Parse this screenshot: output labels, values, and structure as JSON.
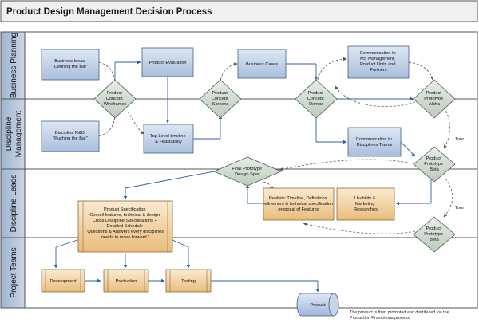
{
  "title": "Product Design Management Decision Process",
  "lanes": [
    {
      "id": "business",
      "label": "Business Planning"
    },
    {
      "id": "discipline",
      "label": "Discipline Management"
    },
    {
      "id": "leads",
      "label": "Discipline Leads"
    },
    {
      "id": "teams",
      "label": "Project Teams"
    }
  ],
  "nodes": {
    "business_ideas": [
      "Business Ideas",
      "\"Defining the Bar\""
    ],
    "discipline_rd": [
      "Discipline R&D",
      "\"Pushing the Bar\""
    ],
    "product_evaluation": [
      "Product Evaluation"
    ],
    "top_level_timeline": [
      "Top Level timeline",
      "& Feastability"
    ],
    "business_cases": [
      "Business Cases"
    ],
    "communication_ms": [
      "Communication to",
      "MS Management,",
      "Product Units and",
      "Partners"
    ],
    "communication_disciplines": [
      "Communication to",
      "Disciplines Teams"
    ],
    "realistic_timeline": [
      "Realistic Timeline, Definitions",
      "refinement & technical specification",
      "proposal of Features"
    ],
    "usability_marketing": [
      "Usability &",
      "Marketing",
      "Researches"
    ],
    "product_specification": [
      "Product Specification",
      "Overall features, technical & design",
      "Cross Discipline Specifications +",
      "Detailed Schedule",
      "\"Questions & Answers every disciplines",
      "needs to move forward.\""
    ],
    "development": [
      "Development"
    ],
    "production": [
      "Production"
    ],
    "testing": [
      "Testing"
    ],
    "product": [
      "Product"
    ]
  },
  "decisions": {
    "concept_wireframes": [
      "Product",
      "Concept",
      "Wireframes"
    ],
    "concept_screens": [
      "Product",
      "Concept",
      "Screens"
    ],
    "concept_demos": [
      "Product",
      "Concept",
      "Demos"
    ],
    "prototype_alpha": [
      "Product",
      "Prototype",
      "Alpha"
    ],
    "prototype_beta_1": [
      "Product",
      "Prototype",
      "Beta"
    ],
    "prototype_beta_2": [
      "Product",
      "Prototype",
      "Beta"
    ],
    "final_prototype": [
      "Final  Prototype",
      "Design Spec"
    ]
  },
  "tour_labels": [
    "Tour",
    "Tour"
  ],
  "footnote": [
    "The product is then promoted and distributed via the",
    "Production Promotions process"
  ],
  "colors": {
    "title_bar": "#f0f0f0",
    "lane_header": "#b8c7da",
    "blue_box": "#c6d5ea",
    "orange_box": "#f4d7a8",
    "decision": "#d3dfd3",
    "connector": "#2f5ea8"
  }
}
